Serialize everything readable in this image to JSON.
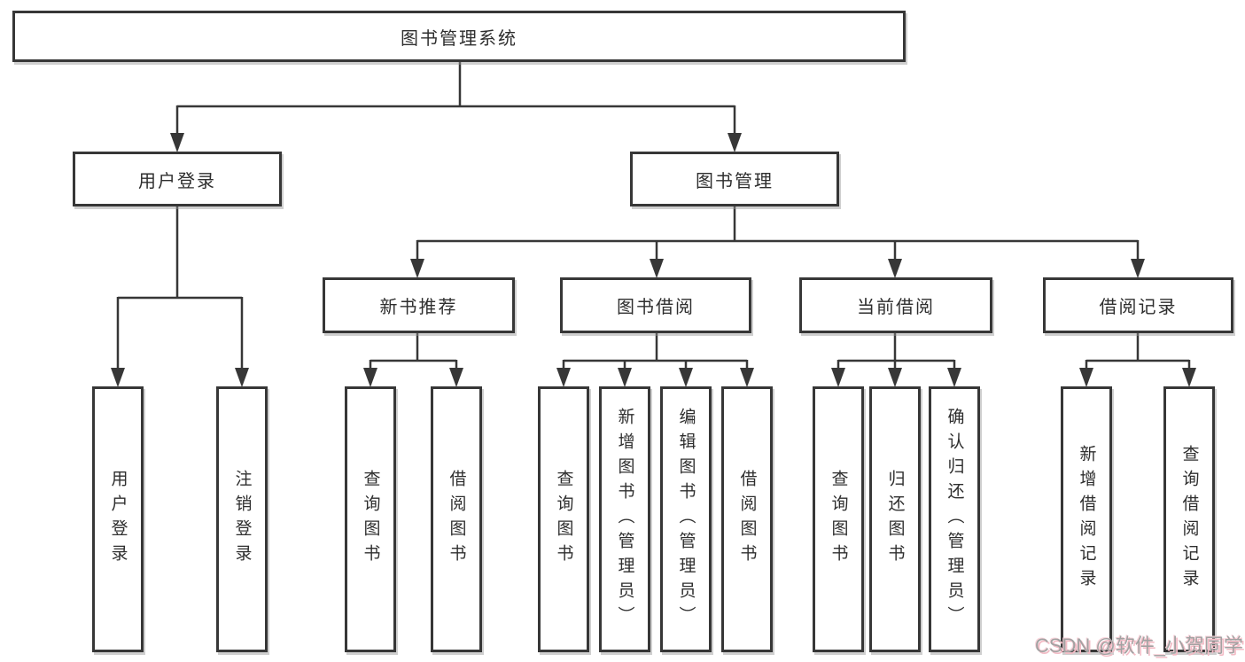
{
  "tree": {
    "root": {
      "label": "图书管理系统"
    },
    "branches": [
      {
        "label": "用户登录",
        "children": [
          {
            "label": "用户登录"
          },
          {
            "label": "注销登录"
          }
        ]
      },
      {
        "label": "图书管理",
        "groups": [
          {
            "label": "新书推荐",
            "children": [
              {
                "label": "查询图书"
              },
              {
                "label": "借阅图书"
              }
            ]
          },
          {
            "label": "图书借阅",
            "children": [
              {
                "label": "查询图书"
              },
              {
                "label": "新增图书（管理员）"
              },
              {
                "label": "编辑图书（管理员）"
              },
              {
                "label": "借阅图书"
              }
            ]
          },
          {
            "label": "当前借阅",
            "children": [
              {
                "label": "查询图书"
              },
              {
                "label": "归还图书"
              },
              {
                "label": "确认归还（管理员）"
              }
            ]
          },
          {
            "label": "借阅记录",
            "children": [
              {
                "label": "新增借阅记录"
              },
              {
                "label": "查询借阅记录"
              }
            ]
          }
        ]
      }
    ]
  },
  "watermark": {
    "text": "CSDN @软件_小贺同学"
  },
  "colors": {
    "background": "#ffffff",
    "line": "#373737",
    "box_border": "#373737",
    "box_shadow": "#949494",
    "text": "#2e2e2e",
    "watermark_gray": "#a2a2a2",
    "watermark_pink": "#f3bcc6"
  }
}
